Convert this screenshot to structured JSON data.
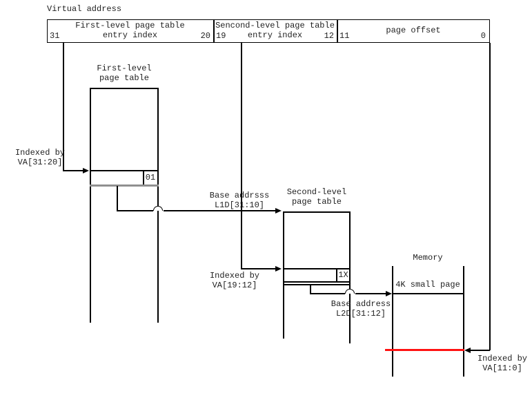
{
  "diagram": {
    "title": "Virtual address",
    "va_box": {
      "fields": [
        {
          "line1": "First-level page table",
          "line2": "entry index",
          "bit_high": "31",
          "bit_low": "20"
        },
        {
          "line1": "Sencond-level page table",
          "line2": "entry index",
          "bit_high": "19",
          "bit_low": "12"
        },
        {
          "line1": "page offset",
          "bit_high": "11",
          "bit_low": "0"
        }
      ]
    },
    "l1_table": {
      "label1": "First-level",
      "label2": "page table",
      "entry": "01"
    },
    "l2_table": {
      "label1": "Second-level",
      "label2": "page table",
      "entry": "1X"
    },
    "memory": {
      "label": "Memory",
      "page": "4K small page"
    },
    "annotations": {
      "indexed_va_31_20_1": "Indexed by",
      "indexed_va_31_20_2": "VA[31:20]",
      "base_l1_1": "Base addrsss",
      "base_l1_2": "L1D[31:10]",
      "indexed_va_19_12_1": "Indexed by",
      "indexed_va_19_12_2": "VA[19:12]",
      "base_l2_1": "Base address",
      "base_l2_2": "L2D[31:12]",
      "indexed_va_11_0_1": "Indexed by",
      "indexed_va_11_0_2": "VA[11:0]"
    },
    "colors": {
      "line": "#000000",
      "highlight_red": "#ff1212",
      "divider_gray": "#909090"
    }
  }
}
